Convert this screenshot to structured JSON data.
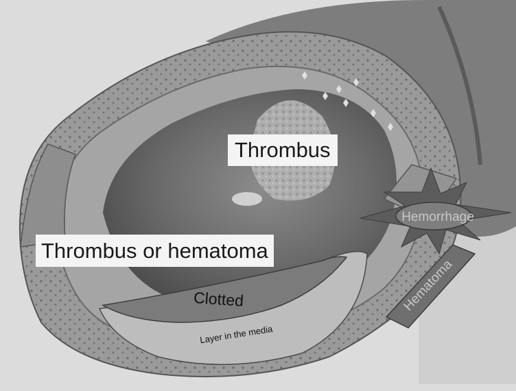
{
  "labels": {
    "thrombus": "Thrombus",
    "thrombus_or_hematoma": "Thrombus or hematoma",
    "clotted": "Clotted",
    "layer_in_media": "Layer in the media",
    "hemorrhage": "Hemorrhage",
    "hematoma": "Hematoma"
  },
  "colors": {
    "background": "#dcdcdc",
    "vessel_wall": "#8a8a8a",
    "lumen": "#6e6e6e",
    "thrombus": "#a8a8a8",
    "clotted_layer": "#7a7a7a",
    "media_layer": "#b9b9b9",
    "hemorrhage_burst": "#555555"
  }
}
